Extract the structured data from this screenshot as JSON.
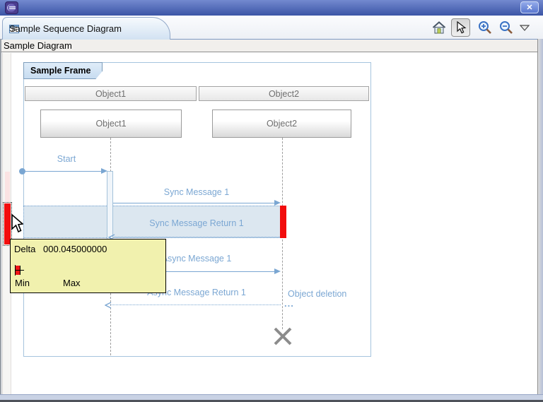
{
  "window": {
    "close_glyph": "✕"
  },
  "tab": {
    "title": "Sample Sequence Diagram",
    "close_glyph": "✕"
  },
  "toolbar": {
    "icons": [
      "home-icon",
      "select-cursor-icon",
      "zoom-in-icon",
      "zoom-out-icon",
      "view-menu-icon"
    ]
  },
  "header_bar": {
    "title": "Sample Diagram"
  },
  "frame": {
    "label": "Sample Frame"
  },
  "objects": [
    {
      "header": "Object1",
      "name": "Object1"
    },
    {
      "header": "Object2",
      "name": "Object2"
    }
  ],
  "messages": {
    "start": "Start",
    "sync1": "Sync Message 1",
    "sync1_return": "Sync Message Return 1",
    "async1": "Async Message 1",
    "async1_return": "Async Message Return 1",
    "deletion": "Object deletion",
    "ellipsis": "..."
  },
  "tooltip": {
    "label": "Delta",
    "value": "000.045000000",
    "min_label": "Min",
    "max_label": "Max",
    "bg": "#f1f1ae",
    "scale_colors": [
      "#ffefef",
      "#fddada",
      "#fbc6c6",
      "#f9b1b1",
      "#f79c9c",
      "#f58787",
      "#f37272",
      "#f15d5d",
      "#ee4040",
      "#f11616"
    ]
  },
  "colors": {
    "accent": "#7aa6d2",
    "band": "#dce7f0",
    "marker_red": "#f20d0d",
    "frame_border": "#a6c4de",
    "titlebar": "#4a67b8"
  }
}
